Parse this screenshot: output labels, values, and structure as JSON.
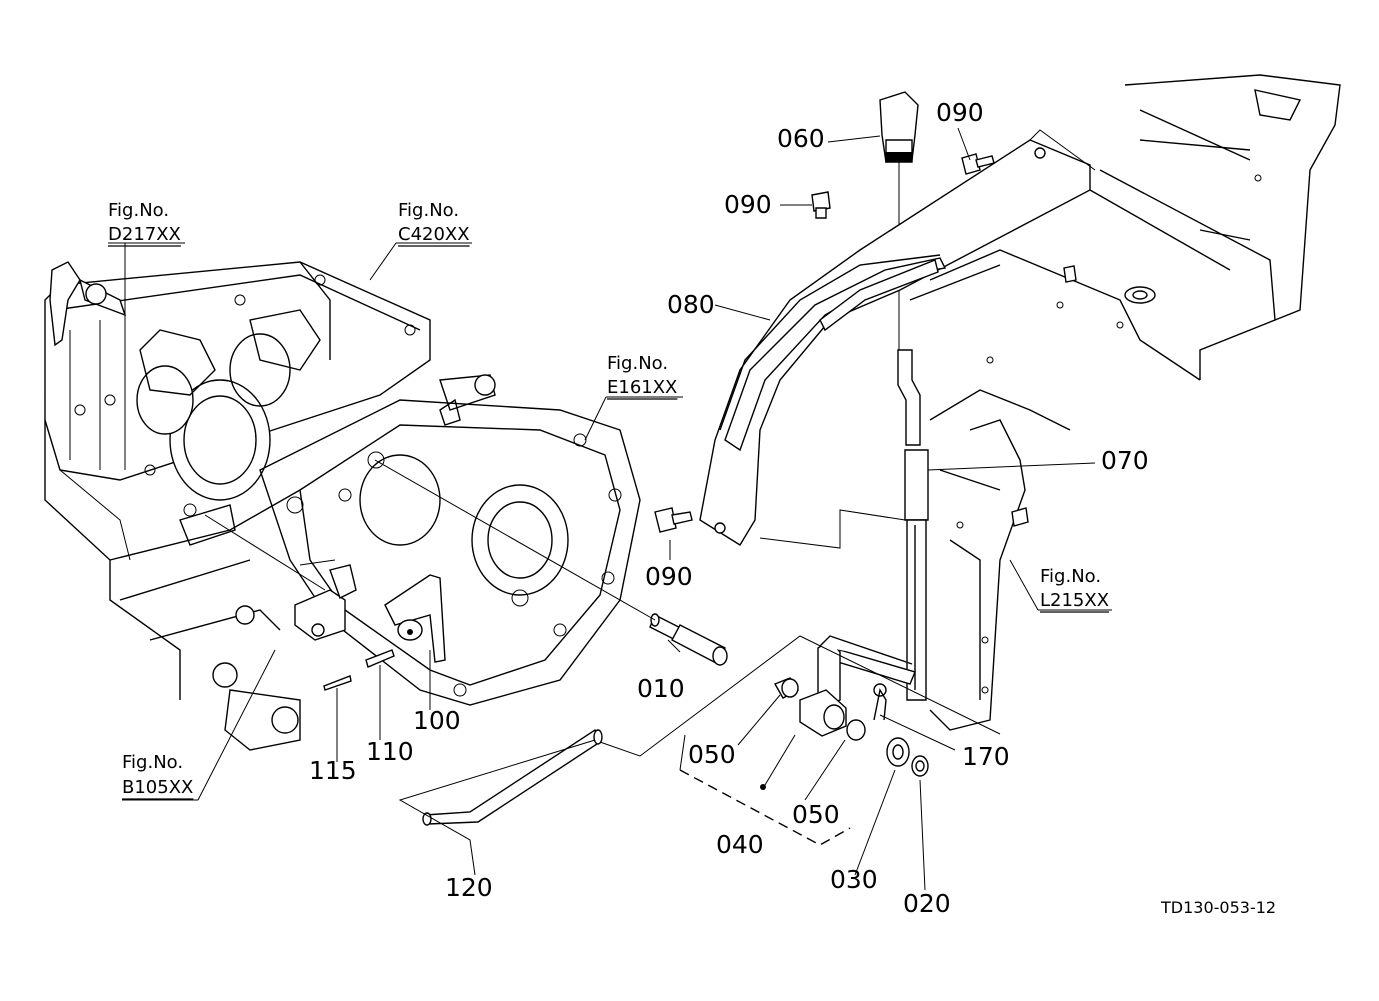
{
  "figure_references": [
    {
      "label": "Fig.No.",
      "code": "D217XX"
    },
    {
      "label": "Fig.No.",
      "code": "C420XX"
    },
    {
      "label": "Fig.No.",
      "code": "E161XX"
    },
    {
      "label": "Fig.No.",
      "code": "L215XX"
    },
    {
      "label": "Fig.No.",
      "code": "B105XX"
    }
  ],
  "part_numbers": [
    "010",
    "020",
    "030",
    "040",
    "050",
    "050",
    "060",
    "070",
    "080",
    "090",
    "090",
    "090",
    "100",
    "110",
    "115",
    "120",
    "170"
  ],
  "drawing_code": "TD130-053-12"
}
